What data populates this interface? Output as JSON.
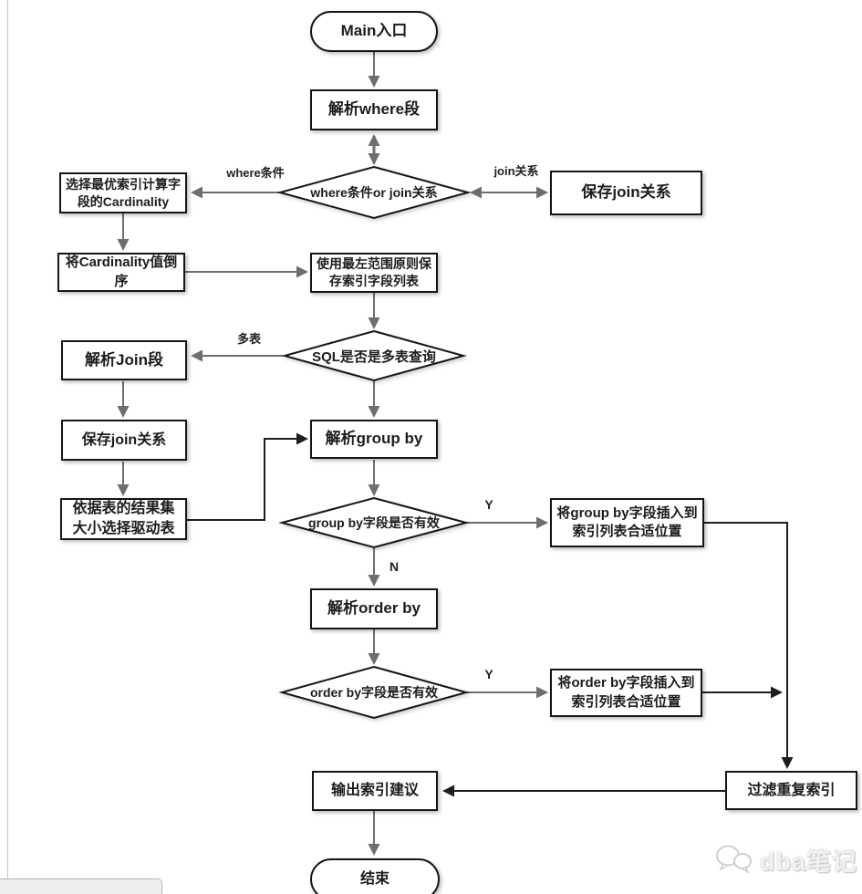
{
  "flowchart": {
    "nodes": {
      "start": "Main入口",
      "parse_where": "解析where段",
      "cond_where_join": "where条件or join关系",
      "save_join_top": "保存join关系",
      "select_best_index": "选择最优索引计算字段的Cardinality",
      "sort_cardinality": "将Cardinality值倒序",
      "leftmost_rule": "使用最左范围原则保存索引字段列表",
      "cond_multi_table": "SQL是否是多表查询",
      "parse_join": "解析Join段",
      "save_join_left": "保存join关系",
      "choose_driver": "依据表的结果集大小选择驱动表",
      "parse_group_by": "解析group by",
      "cond_group_by": "group by字段是否有效",
      "insert_group_by": "将group by字段插入到索引列表合适位置",
      "parse_order_by": "解析order by",
      "cond_order_by": "order by字段是否有效",
      "insert_order_by": "将order by字段插入到索引列表合适位置",
      "filter_duplicate": "过滤重复索引",
      "output_suggestion": "输出索引建议",
      "end": "结束"
    },
    "edge_labels": {
      "where_cond": "where条件",
      "join_rel": "join关系",
      "multi_table": "多表",
      "group_yes": "Y",
      "group_no": "N",
      "order_yes": "Y"
    },
    "colors": {
      "arrow_gray": "#6e6e6e",
      "arrow_dark": "#1e1e1e",
      "node_border": "#161616"
    },
    "watermark": "dba笔记"
  }
}
